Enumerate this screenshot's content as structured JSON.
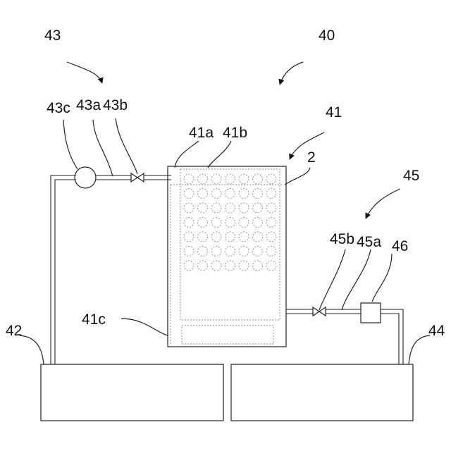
{
  "labels": {
    "l43": "43",
    "l40": "40",
    "l43c": "43c",
    "l43a": "43a",
    "l43b": "43b",
    "l41": "41",
    "l41a": "41a",
    "l41b": "41b",
    "l2": "2",
    "l45": "45",
    "l45b": "45b",
    "l45a": "45a",
    "l46": "46",
    "l41c": "41c",
    "l42": "42",
    "l44": "44"
  }
}
